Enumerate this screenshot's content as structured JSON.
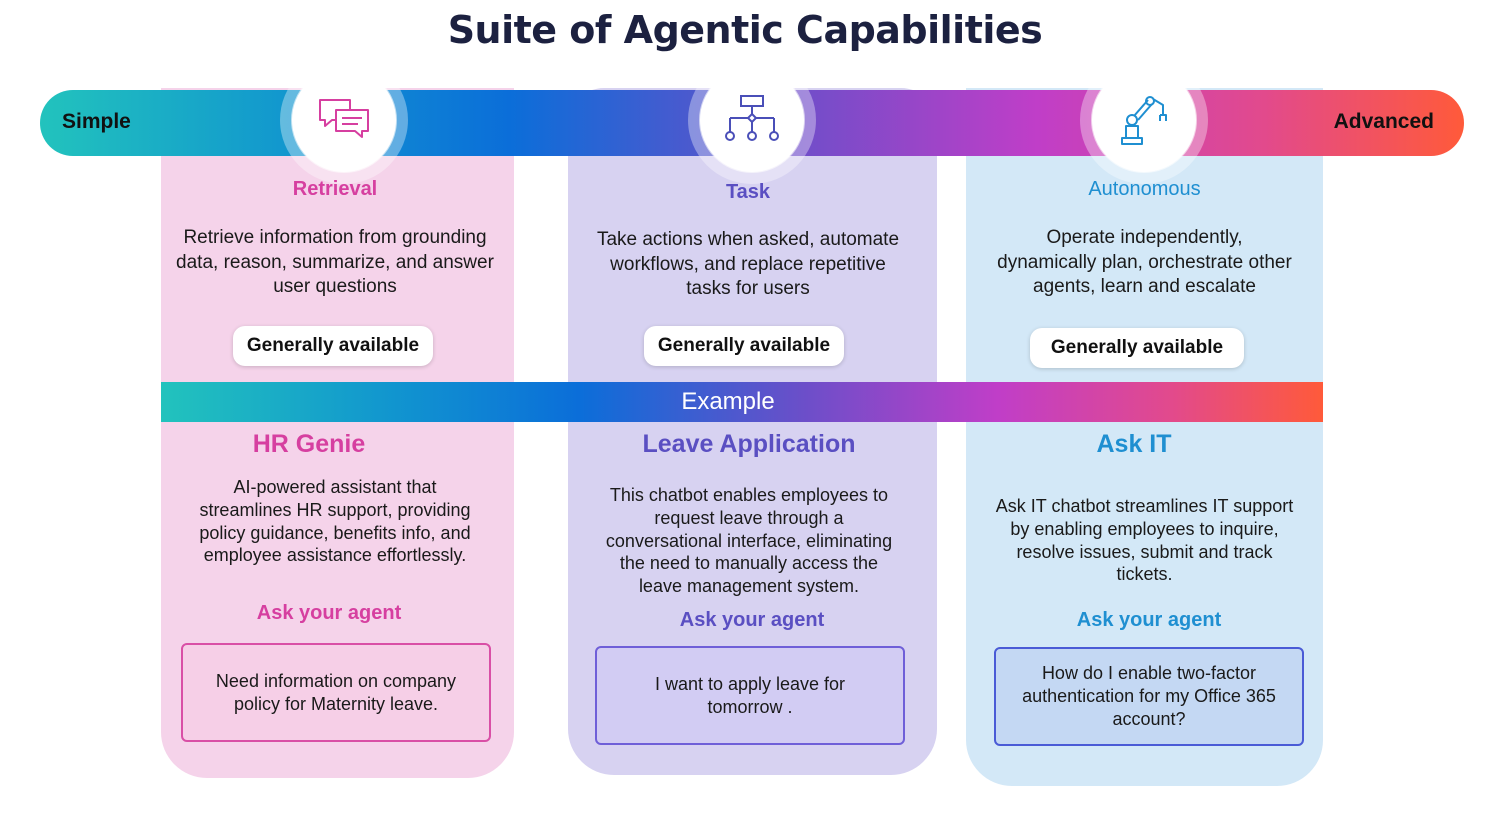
{
  "title": "Suite of Agentic Capabilities",
  "scale": {
    "left_label": "Simple",
    "right_label": "Advanced"
  },
  "example_label": "Example",
  "colors": {
    "retrieval": "#d63fa0",
    "task": "#5a4fc2",
    "autonomous": "#1f8fd1",
    "gradient_start": "#22c3bd",
    "gradient_end": "#ff5a3a"
  },
  "columns": [
    {
      "icon": "chat-bubbles-icon",
      "category": "Retrieval",
      "description": [
        "Retrieve information from grounding",
        "data, reason, summarize, and answer",
        "user questions"
      ],
      "badge": "Generally available",
      "example_title": "HR Genie",
      "example_description": [
        "AI-powered assistant that",
        "streamlines HR support, providing",
        "policy guidance, benefits info, and",
        "employee assistance effortlessly."
      ],
      "ask_label": "Ask your agent",
      "prompt": [
        "Need information on company",
        "policy for Maternity leave."
      ]
    },
    {
      "icon": "workflow-icon",
      "category": "Task",
      "description": [
        "Take actions when asked, automate",
        "workflows, and replace repetitive",
        "tasks for users"
      ],
      "badge": "Generally available",
      "example_title": "Leave Application",
      "example_description": [
        "This chatbot enables employees to",
        "request leave through a",
        "conversational interface, eliminating",
        "the need to manually access the",
        "leave management system."
      ],
      "ask_label": "Ask your agent",
      "prompt": [
        "I want to apply leave for",
        "tomorrow ."
      ]
    },
    {
      "icon": "robot-arm-icon",
      "category": "Autonomous",
      "description": [
        "Operate independently,",
        "dynamically plan, orchestrate other",
        "agents, learn and escalate"
      ],
      "badge": "Generally available",
      "example_title": "Ask IT",
      "example_description": [
        "Ask IT chatbot streamlines IT support",
        "by enabling employees to inquire,",
        "resolve issues, submit and track",
        "tickets."
      ],
      "ask_label": "Ask your agent",
      "prompt": [
        "How do I enable two-factor",
        "authentication for my Office 365",
        "account?"
      ]
    }
  ]
}
